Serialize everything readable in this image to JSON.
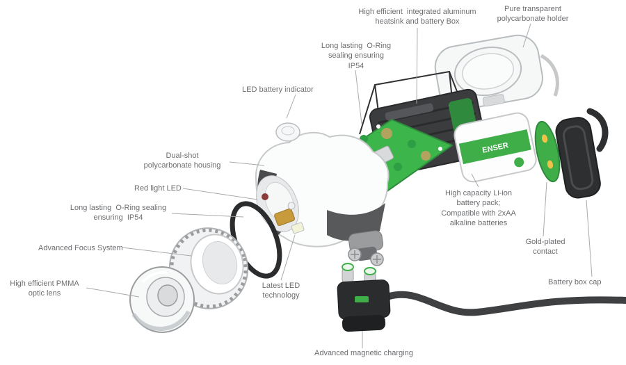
{
  "diagram": {
    "title_hint": "exploded headlamp diagram"
  },
  "labels": {
    "heatsink": "High efficient  integrated aluminum\nheatsink and battery Box",
    "holder": "Pure transparent\npolycarbonate holder",
    "oring_top": "Long lasting  O-Ring\nsealing ensuring\nIP54",
    "led_indicator": "LED battery indicator",
    "housing": "Dual-shot\npolycarbonate housing",
    "red_led": "Red light LED",
    "oring_left": "Long lasting  O-Ring sealing\nensuring  IP54",
    "focus": "Advanced Focus System",
    "lens": "High efficient PMMA\noptic lens",
    "led_tech": "Latest LED\ntechnology",
    "battery": "High capacity Li-ion\nbattery pack;\nCompatible with 2xAA\nalkaline batteries",
    "contact": "Gold-plated\ncontact",
    "cap": "Battery box cap",
    "charging": "Advanced magnetic charging"
  },
  "parts": {
    "battery_text": "ENSER"
  },
  "colors": {
    "label_text": "#6d6e71",
    "leader_line": "#a7a9ac",
    "brand_green": "#3fae49",
    "pcb_green": "#3cb54a",
    "dark_part": "#2e2f31",
    "cable": "#3f4042"
  }
}
